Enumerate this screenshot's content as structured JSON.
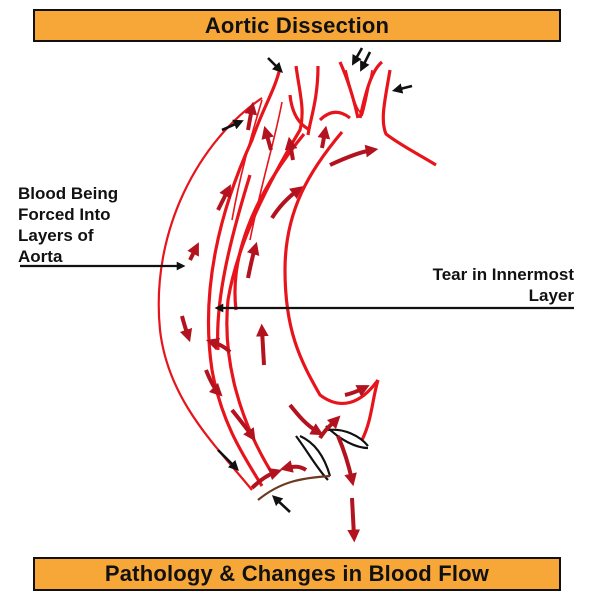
{
  "title": "Aortic Dissection",
  "footer": "Pathology & Changes in Blood Flow",
  "labels": {
    "left": [
      "Blood Being",
      "Forced Into",
      "Layers of",
      "Aorta"
    ],
    "right": [
      "Tear in Innermost",
      "Layer"
    ]
  },
  "colors": {
    "banner": "#f7a738",
    "vessel": "#e8141c",
    "flow_arrow": "#b3121f",
    "pointer": "#111111",
    "valve_outline": "#6b3a1f"
  }
}
